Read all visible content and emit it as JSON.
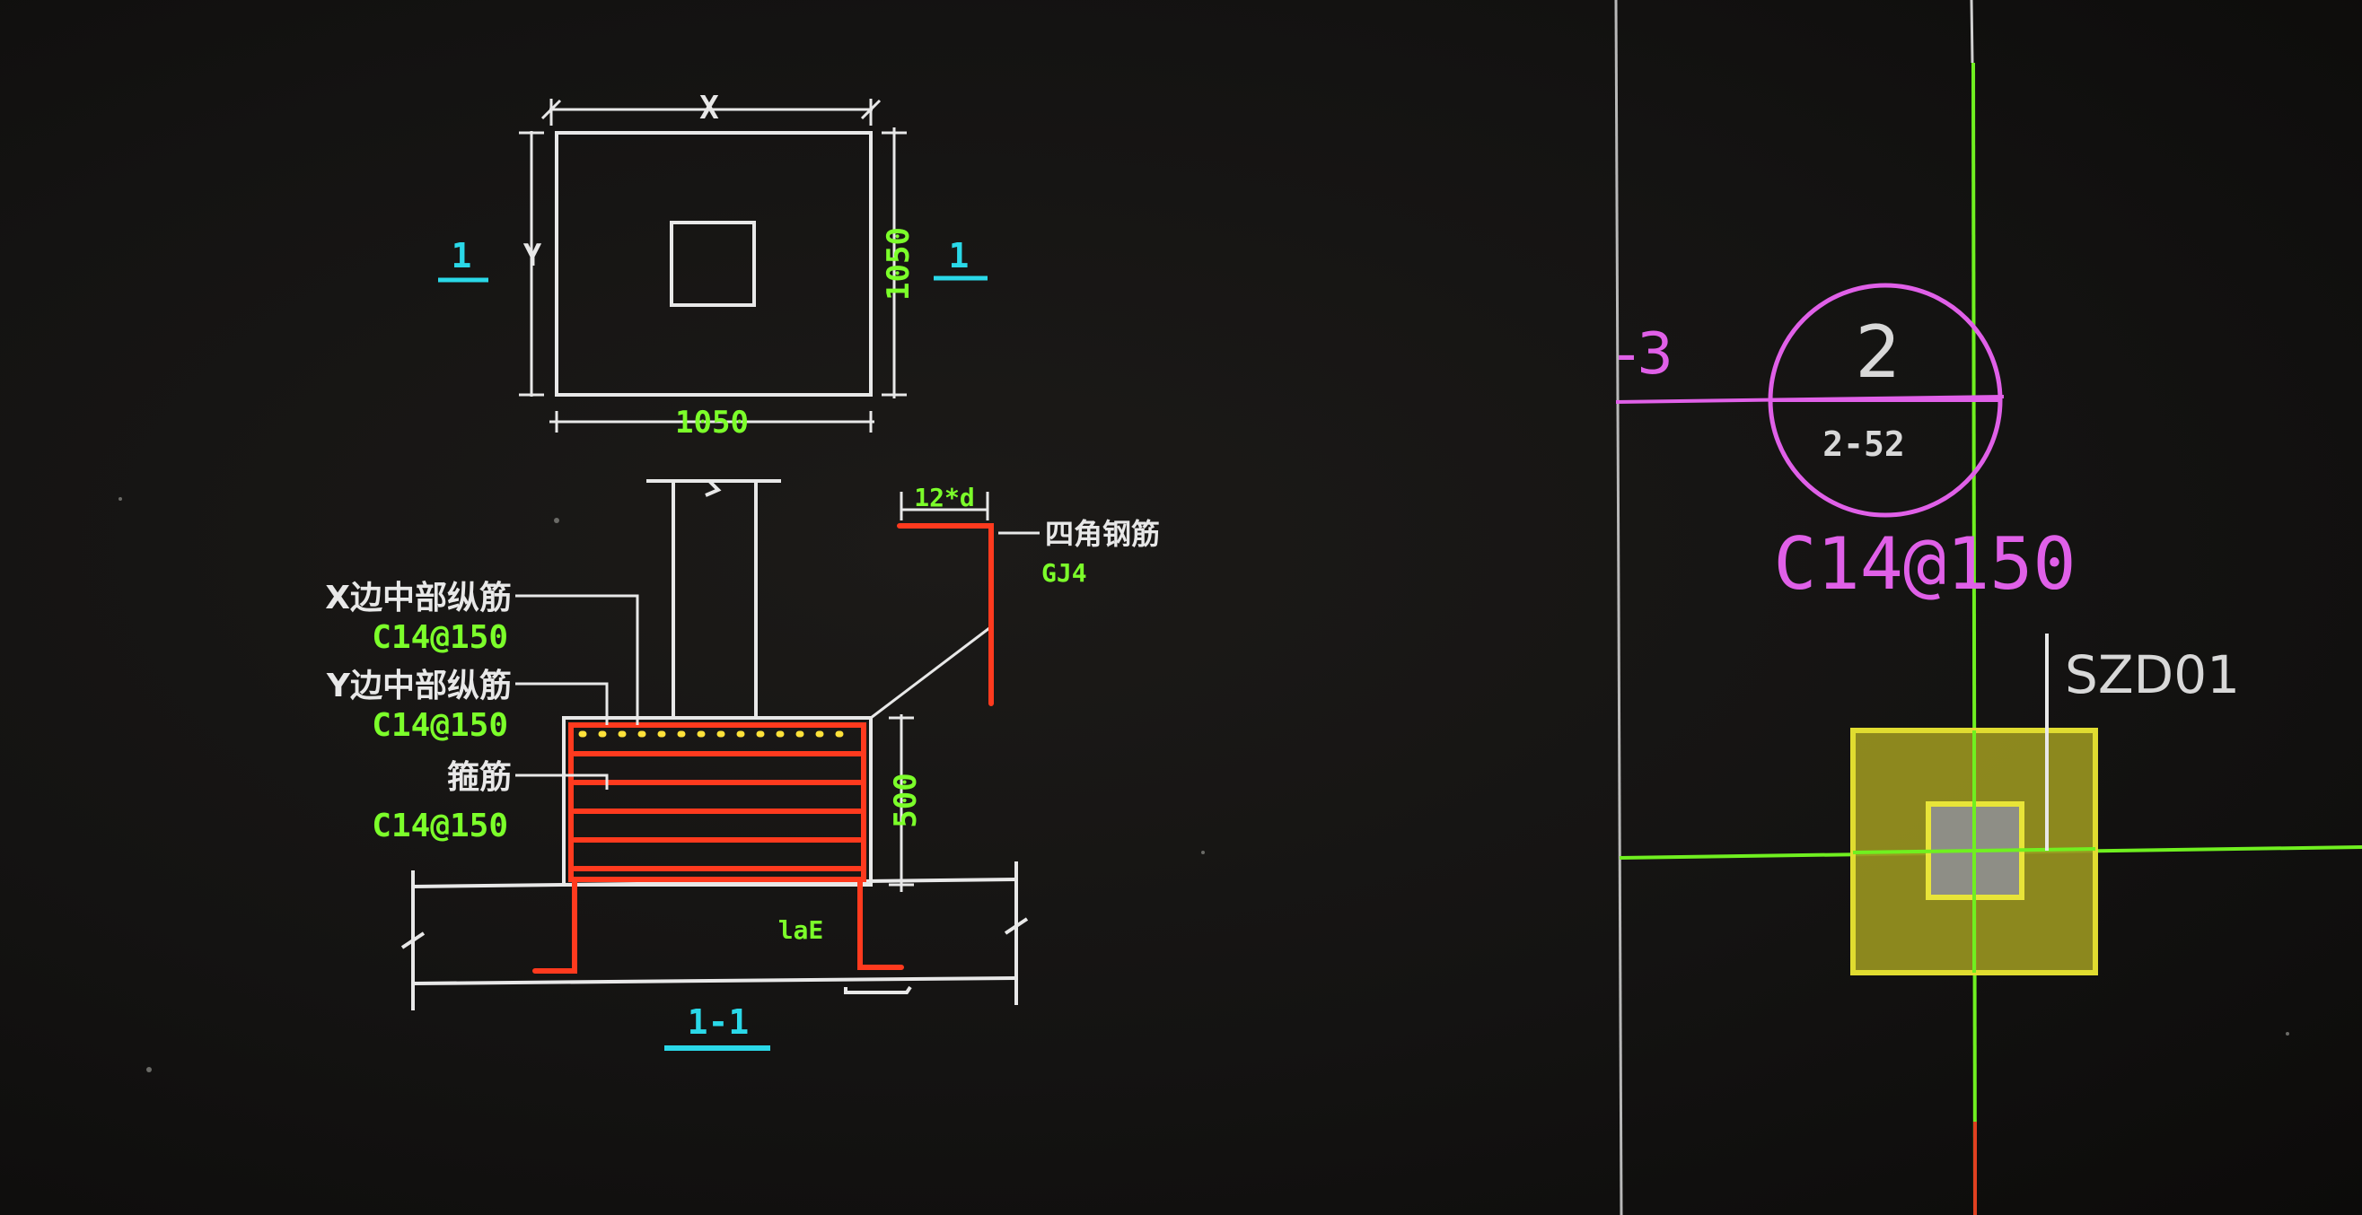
{
  "plan_view": {
    "dim_x_label": "X",
    "dim_y_label": "Y",
    "dim_height": "1050",
    "dim_width": "1050",
    "section_mark_left": "1",
    "section_mark_right": "1"
  },
  "section_view": {
    "hook_dim_label": "12*d",
    "corner_rebar_label": "四角钢筋",
    "corner_rebar_code": "GJ4",
    "x_side_rebar_label": "X边中部纵筋",
    "x_side_rebar_spec": "C14@150",
    "y_side_rebar_label": "Y边中部纵筋",
    "y_side_rebar_spec": "C14@150",
    "stirrup_label": "箍筋",
    "stirrup_spec": "C14@150",
    "height_dim": "500",
    "anchor_label": "laE",
    "section_title": "1-1"
  },
  "plan_right": {
    "axis_label": "-3",
    "detail_number": "2",
    "detail_sheet": "2-52",
    "rebar_spec": "C14@150",
    "pier_label": "SZD01"
  },
  "colors": {
    "background": "#141312",
    "line_white": "#e8e8e8",
    "dim_green": "#7cff2a",
    "section_cyan": "#2ad8e8",
    "rebar_red": "#ff3a1e",
    "rebar_yellow": "#ffe23a",
    "magenta": "#e060e8",
    "pier_fill": "#b8b22a",
    "grid_green": "#70f020"
  }
}
